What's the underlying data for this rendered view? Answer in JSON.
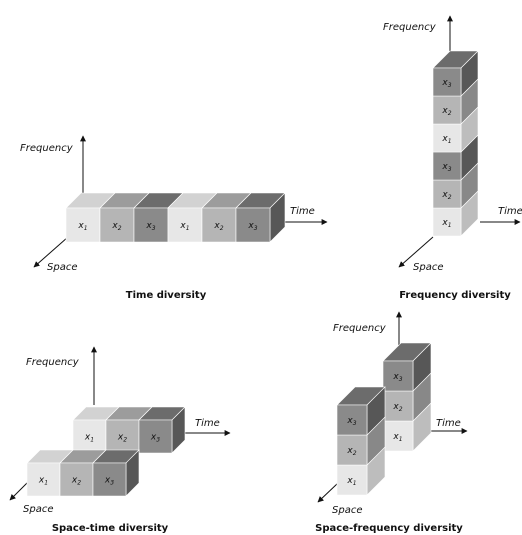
{
  "colors": {
    "light": [
      "#e7e7e7",
      "#d2d2d2",
      "#bdbdbd"
    ],
    "medium": [
      "#b5b5b5",
      "#9c9c9c",
      "#888888"
    ],
    "dark": [
      "#8a8a8a",
      "#6c6c6c",
      "#575757"
    ]
  },
  "symbols": {
    "x1_base": "x",
    "x1_sub": "1",
    "x2_base": "x",
    "x2_sub": "2",
    "x3_base": "x",
    "x3_sub": "3"
  },
  "panels": {
    "time": {
      "caption": "Time diversity",
      "axis_time": "Time",
      "axis_frequency": "Frequency",
      "axis_space": "Space"
    },
    "frequency": {
      "caption": "Frequency diversity",
      "axis_time": "Time",
      "axis_frequency": "Frequency",
      "axis_space": "Space"
    },
    "spacetime": {
      "caption": "Space-time diversity",
      "axis_time": "Time",
      "axis_frequency": "Frequency",
      "axis_space": "Space"
    },
    "spacefreq": {
      "caption": "Space-frequency diversity",
      "axis_time": "Time",
      "axis_frequency": "Frequency",
      "axis_space": "Space"
    }
  }
}
